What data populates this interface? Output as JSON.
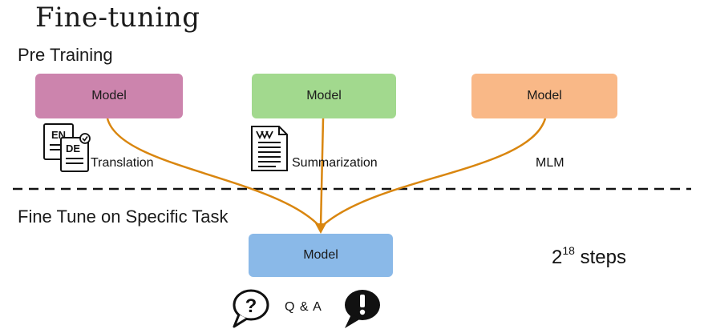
{
  "title": "Fine-tuning",
  "sections": {
    "pre_training": "Pre Training",
    "fine_tune": "Fine Tune on Specific Task"
  },
  "colors": {
    "model1": "#cc84ad",
    "model2": "#a2d98e",
    "model3": "#f9b887",
    "model4": "#8ab9e8",
    "arrow": "#d9860f"
  },
  "pretrain_models": [
    {
      "label": "Model",
      "task": "Translation",
      "icon": "translation-document-icon"
    },
    {
      "label": "Model",
      "task": "Summarization",
      "icon": "summarization-document-icon"
    },
    {
      "label": "Model",
      "task": "MLM",
      "icon": ""
    }
  ],
  "finetune_model": {
    "label": "Model"
  },
  "steps": {
    "base": "2",
    "exponent": "18",
    "unit": "steps"
  },
  "qa": {
    "label": "Q & A",
    "icons": [
      "question-speech-bubble-icon",
      "exclamation-speech-bubble-icon"
    ]
  },
  "translation_icon_text": {
    "source": "EN",
    "target": "DE"
  }
}
